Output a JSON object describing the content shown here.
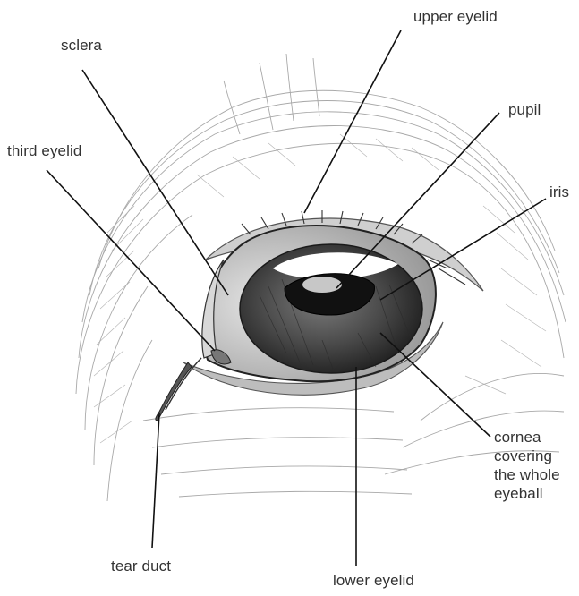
{
  "labels": {
    "upper_eyelid": "upper eyelid",
    "sclera": "sclera",
    "pupil": "pupil",
    "third_eyelid": "third eyelid",
    "iris": "iris",
    "cornea": [
      "cornea",
      "covering",
      "the whole",
      "eyeball"
    ],
    "tear_duct": "tear duct",
    "lower_eyelid": "lower eyelid"
  },
  "colors": {
    "ink": "#222222",
    "label_text": "#333333",
    "sketch": "#8a8a8a",
    "iris_dark": "#3a3a3a",
    "iris_mid": "#6e6e6e",
    "pupil": "#111111",
    "highlight": "#ffffff"
  }
}
